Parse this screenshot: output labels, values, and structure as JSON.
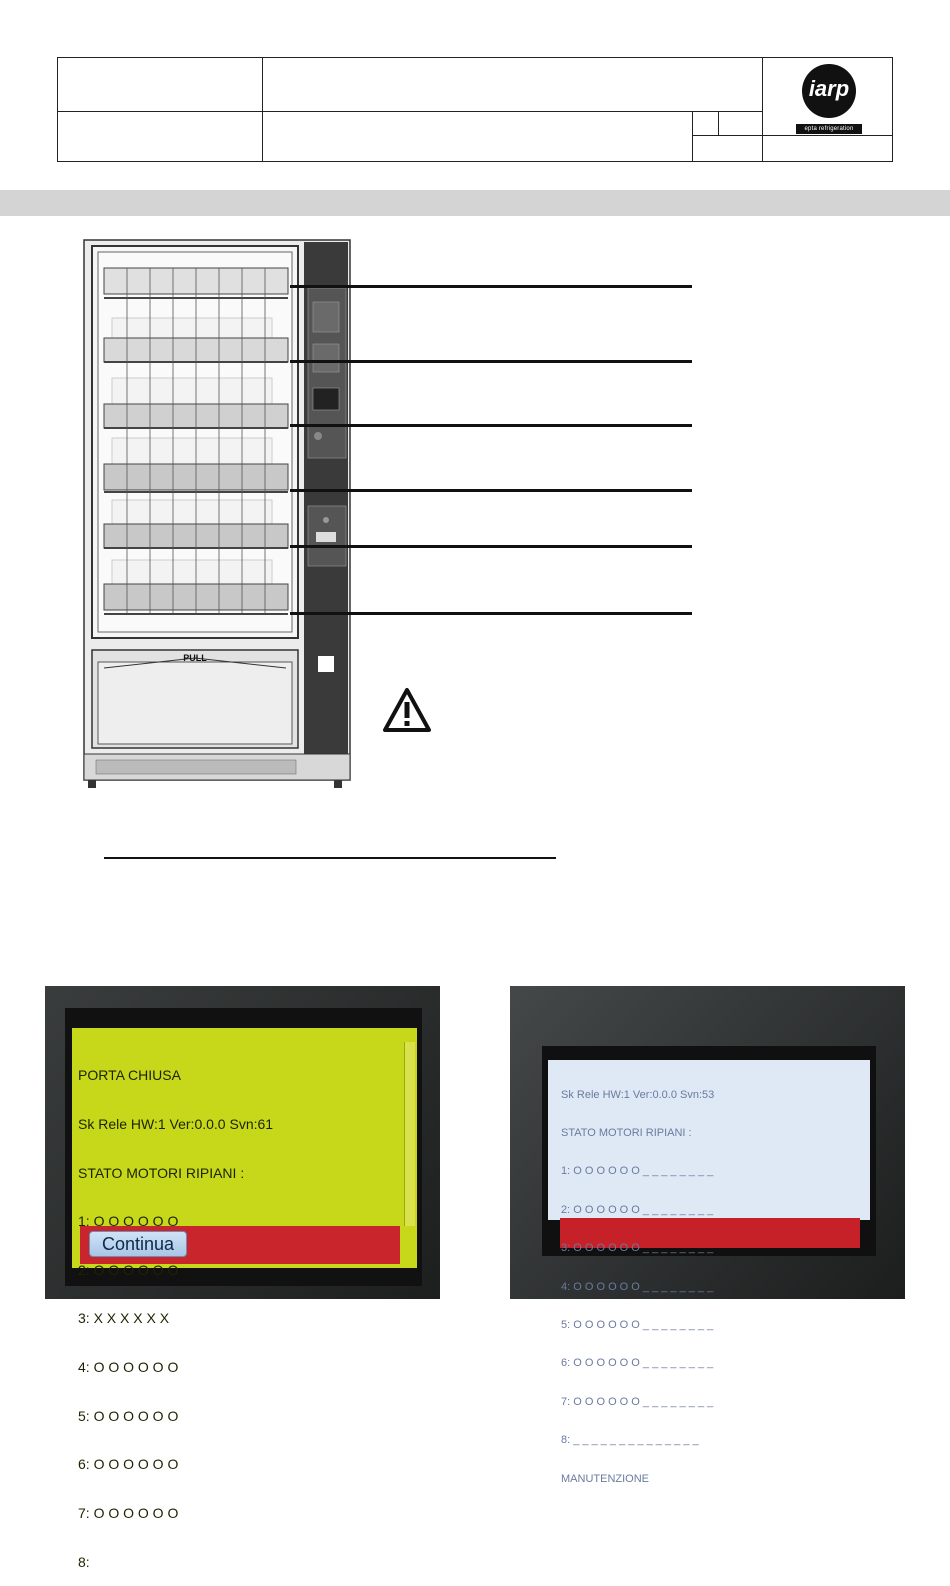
{
  "logo": {
    "brand": "iarp",
    "tagline": "epta refrigeration"
  },
  "machine": {
    "pull_label": "PULL"
  },
  "screen_left": {
    "lines": [
      "PORTA CHIUSA",
      "Sk Rele HW:1 Ver:0.0.0 Svn:61",
      "STATO MOTORI RIPIANI :",
      "1: O O O O O O",
      "2: O O O O O O",
      "3: X X X X X X",
      "4: O O O O O O",
      "5: O O O O O O",
      "6: O O O O O O",
      "7: O O O O O O",
      "8:"
    ],
    "button_label": "Continua"
  },
  "screen_right": {
    "lines": [
      "Sk Rele HW:1 Ver:0.0.0 Svn:53",
      "STATO MOTORI RIPIANI :",
      "1: O O O O O O _ _ _ _ _ _ _ _",
      "2: O O O O O O _ _ _ _ _ _ _ _",
      "3: O O O O O O _ _ _ _ _ _ _ _",
      "4: O O O O O O _ _ _ _ _ _ _ _",
      "5: O O O O O O _ _ _ _ _ _ _ _",
      "6: O O O O O O _ _ _ _ _ _ _ _",
      "7: O O O O O O _ _ _ _ _ _ _ _",
      "8: _ _ _ _ _ _ _ _ _ _ _ _ _ _",
      "MANUTENZIONE"
    ]
  }
}
